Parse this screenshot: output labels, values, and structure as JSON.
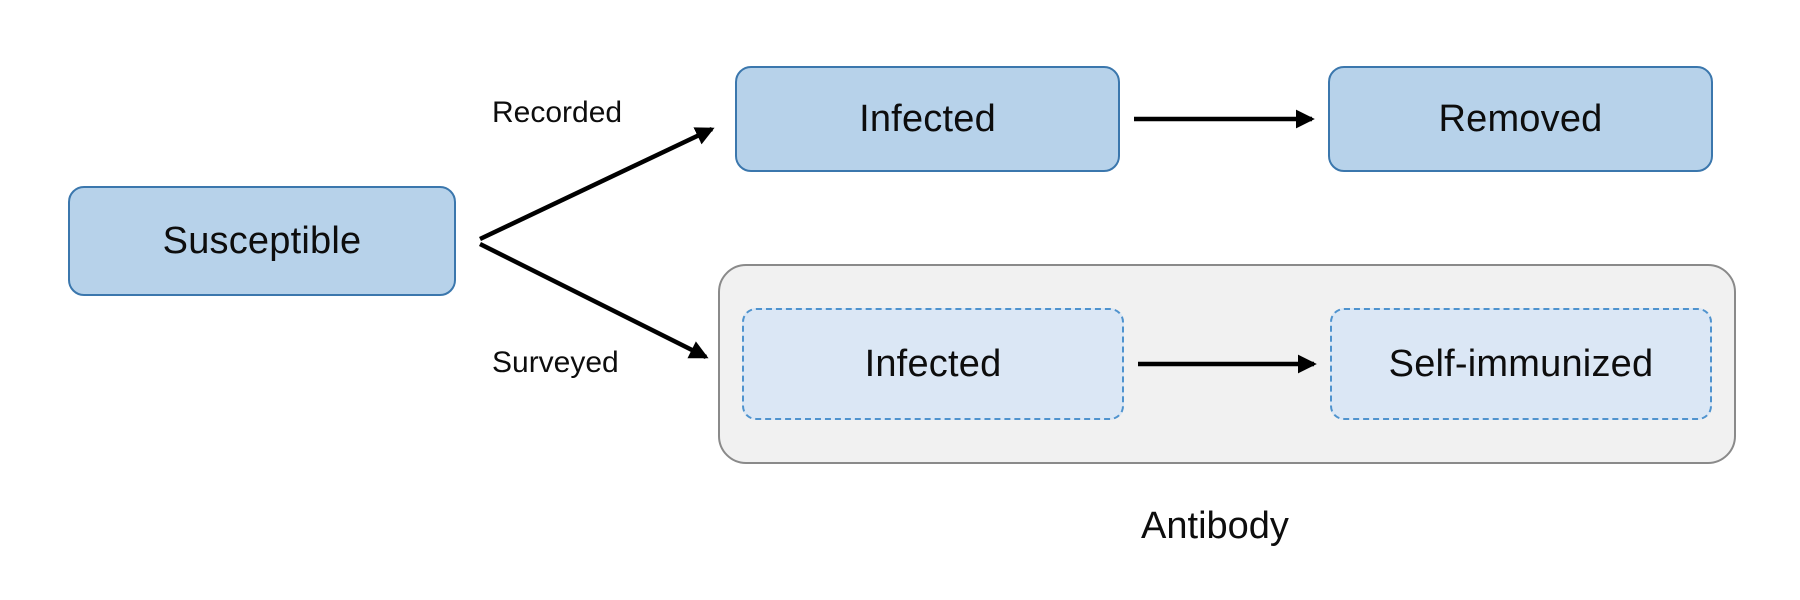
{
  "diagram": {
    "nodes": {
      "susceptible": {
        "label": "Susceptible"
      },
      "infected_recorded": {
        "label": "Infected"
      },
      "removed": {
        "label": "Removed"
      },
      "infected_surveyed": {
        "label": "Infected"
      },
      "self_immunized": {
        "label": "Self-immunized"
      }
    },
    "edges": {
      "recorded": {
        "label": "Recorded",
        "from": "susceptible",
        "to": "infected_recorded"
      },
      "surveyed": {
        "label": "Surveyed",
        "from": "susceptible",
        "to": "infected_surveyed"
      },
      "infected_to_removed": {
        "from": "infected_recorded",
        "to": "removed"
      },
      "infected_to_self_immunized": {
        "from": "infected_surveyed",
        "to": "self_immunized"
      }
    },
    "group": {
      "label": "Antibody",
      "contains": [
        "infected_surveyed",
        "self_immunized"
      ]
    },
    "colors": {
      "background": "#ffffff",
      "node_fill": "#b7d2ea",
      "node_border": "#3b77ad",
      "dashed_node_fill": "#dbe7f5",
      "dashed_node_border": "#4f93ce",
      "group_fill": "#f1f1f1",
      "group_border": "#8a8a8a",
      "arrow": "#000000",
      "text": "#0d0d0d"
    }
  }
}
